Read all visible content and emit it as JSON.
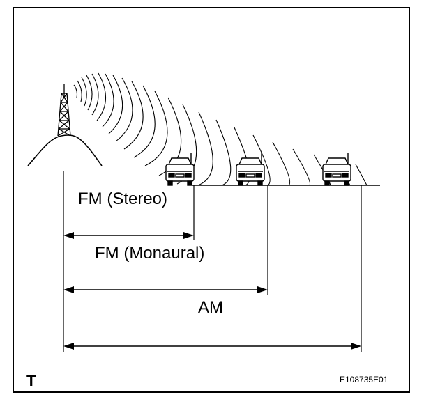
{
  "labels": {
    "fm_stereo": "FM (Stereo)",
    "fm_monaural": "FM (Monaural)",
    "am": "AM",
    "corner": "T",
    "figure_code": "E108735E01"
  }
}
